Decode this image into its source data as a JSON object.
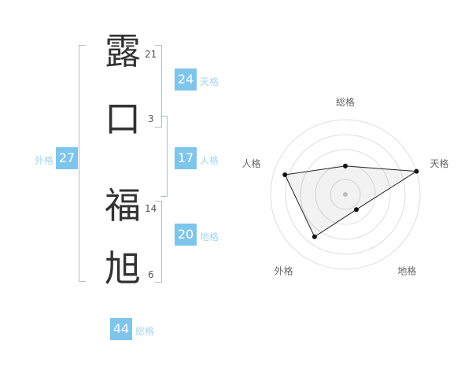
{
  "name": {
    "characters": [
      {
        "char": "露",
        "strokes": "21"
      },
      {
        "char": "口",
        "strokes": "3"
      },
      {
        "char": "福",
        "strokes": "14"
      },
      {
        "char": "旭",
        "strokes": "6"
      }
    ]
  },
  "scores": {
    "tenkaku": {
      "label": "天格",
      "value": "24"
    },
    "jinkaku": {
      "label": "人格",
      "value": "17"
    },
    "chikaku": {
      "label": "地格",
      "value": "20"
    },
    "gaikaku": {
      "label": "外格",
      "value": "27"
    },
    "soukaku": {
      "label": "総格",
      "value": "44"
    }
  },
  "colors": {
    "score_box": "#7ec5ec",
    "score_label": "#a8d4ee",
    "bracket": "#b0bec8",
    "kanji": "#333333",
    "stroke_count": "#555555"
  },
  "chart_data": {
    "type": "radar",
    "title": "",
    "axes": [
      "総格",
      "天格",
      "地格",
      "外格",
      "人格"
    ],
    "scores": [
      44,
      24,
      20,
      27,
      17
    ],
    "values_normalized": [
      0.38,
      1.0,
      0.25,
      0.7,
      0.85
    ],
    "rings": 5,
    "max_radius_fraction": 1.0,
    "start_angle_deg": -90,
    "direction": "clockwise",
    "ring_color": "#dddddd",
    "polygon_stroke": "#222222",
    "polygon_fill": "rgba(0,0,0,0.05)",
    "point_color": "#111111",
    "label_color": "#666666",
    "center_dot_color": "#bbbbbb"
  }
}
